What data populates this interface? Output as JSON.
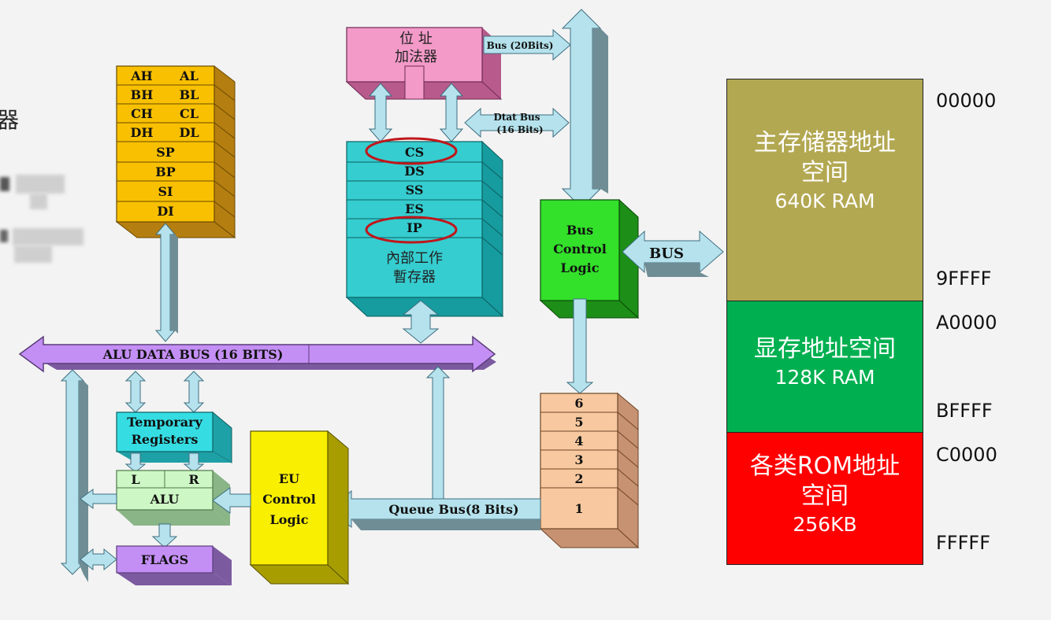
{
  "left_partial": {
    "char": "器"
  },
  "registers": {
    "pairs": [
      [
        "AH",
        "AL"
      ],
      [
        "BH",
        "BL"
      ],
      [
        "CH",
        "CL"
      ],
      [
        "DH",
        "DL"
      ]
    ],
    "singles": [
      "SP",
      "BP",
      "SI",
      "DI"
    ]
  },
  "adder": {
    "line1": "位 址",
    "line2": "加法器"
  },
  "bus20": "Bus (20Bits)",
  "data_bus": {
    "line1": "Dtat Bus",
    "line2": "(16 Bits)"
  },
  "segment_registers": [
    "CS",
    "DS",
    "SS",
    "ES",
    "IP"
  ],
  "segment_label": {
    "line1": "內部工作",
    "line2": "暫存器"
  },
  "bus_control": {
    "line1": "Bus",
    "line2": "Control",
    "line3": "Logic"
  },
  "bus_arrow": "BUS",
  "alu_bus": "ALU DATA BUS (16 BITS)",
  "temp_reg": {
    "line1": "Temporary",
    "line2": "Registers"
  },
  "alu": {
    "left": "L",
    "right": "R",
    "label": "ALU"
  },
  "flags": "FLAGS",
  "eu_control": {
    "line1": "EU",
    "line2": "Control",
    "line3": "Logic"
  },
  "queue_bus": "Queue  Bus(8 Bits)",
  "queue": [
    "6",
    "5",
    "4",
    "3",
    "2",
    "1"
  ],
  "memory_map": {
    "main": {
      "title1": "主存储器地址",
      "title2": "空间",
      "sub": "640K RAM",
      "color": "#b3a852"
    },
    "video": {
      "title1": "显存地址空间",
      "sub": "128K RAM",
      "color": "#00b050"
    },
    "rom": {
      "title1": "各类ROM地址",
      "title2": "空间",
      "sub": "256KB",
      "color": "#ff0000"
    },
    "addresses": [
      "00000",
      "9FFFF",
      "A0000",
      "BFFFF",
      "C0000",
      "FFFFF"
    ]
  },
  "colors": {
    "register": "#f8c000",
    "adder": "#f39ac8",
    "segment": "#35cdd0",
    "bus_control": "#33e02a",
    "bus_purple": "#c48ff5",
    "temp": "#35dde3",
    "alu": "#cdf7c5",
    "flags": "#c48ff5",
    "eu": "#f9ef00",
    "queue": "#f8c9a0",
    "arrow": "#b5e2ec",
    "highlight": "#c0161b"
  }
}
